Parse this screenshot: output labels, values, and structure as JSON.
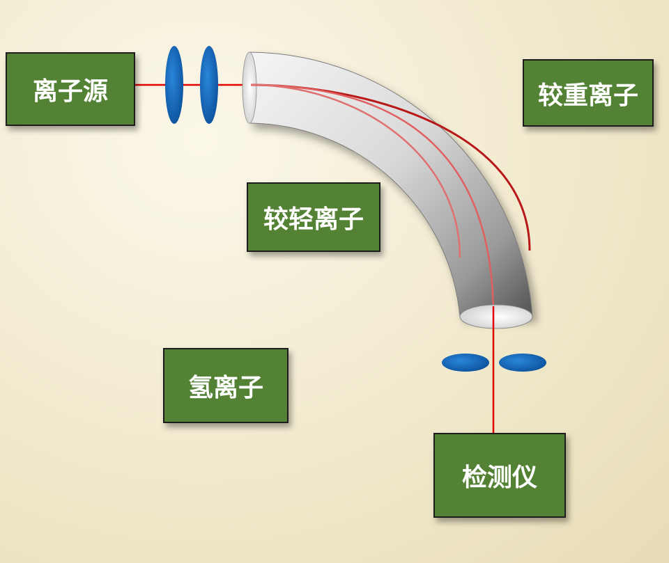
{
  "colors": {
    "box_fill": "#548235",
    "box_border": "#1c1c1c",
    "box_text": "#ffffff",
    "beam": "#e00000",
    "lens": "#0e62b3"
  },
  "labels": {
    "ion_source": "离子源",
    "heavier_ions": "较重离子",
    "lighter_ions": "较轻离子",
    "hydrogen_ions": "氢离子",
    "detector": "检测仪"
  }
}
